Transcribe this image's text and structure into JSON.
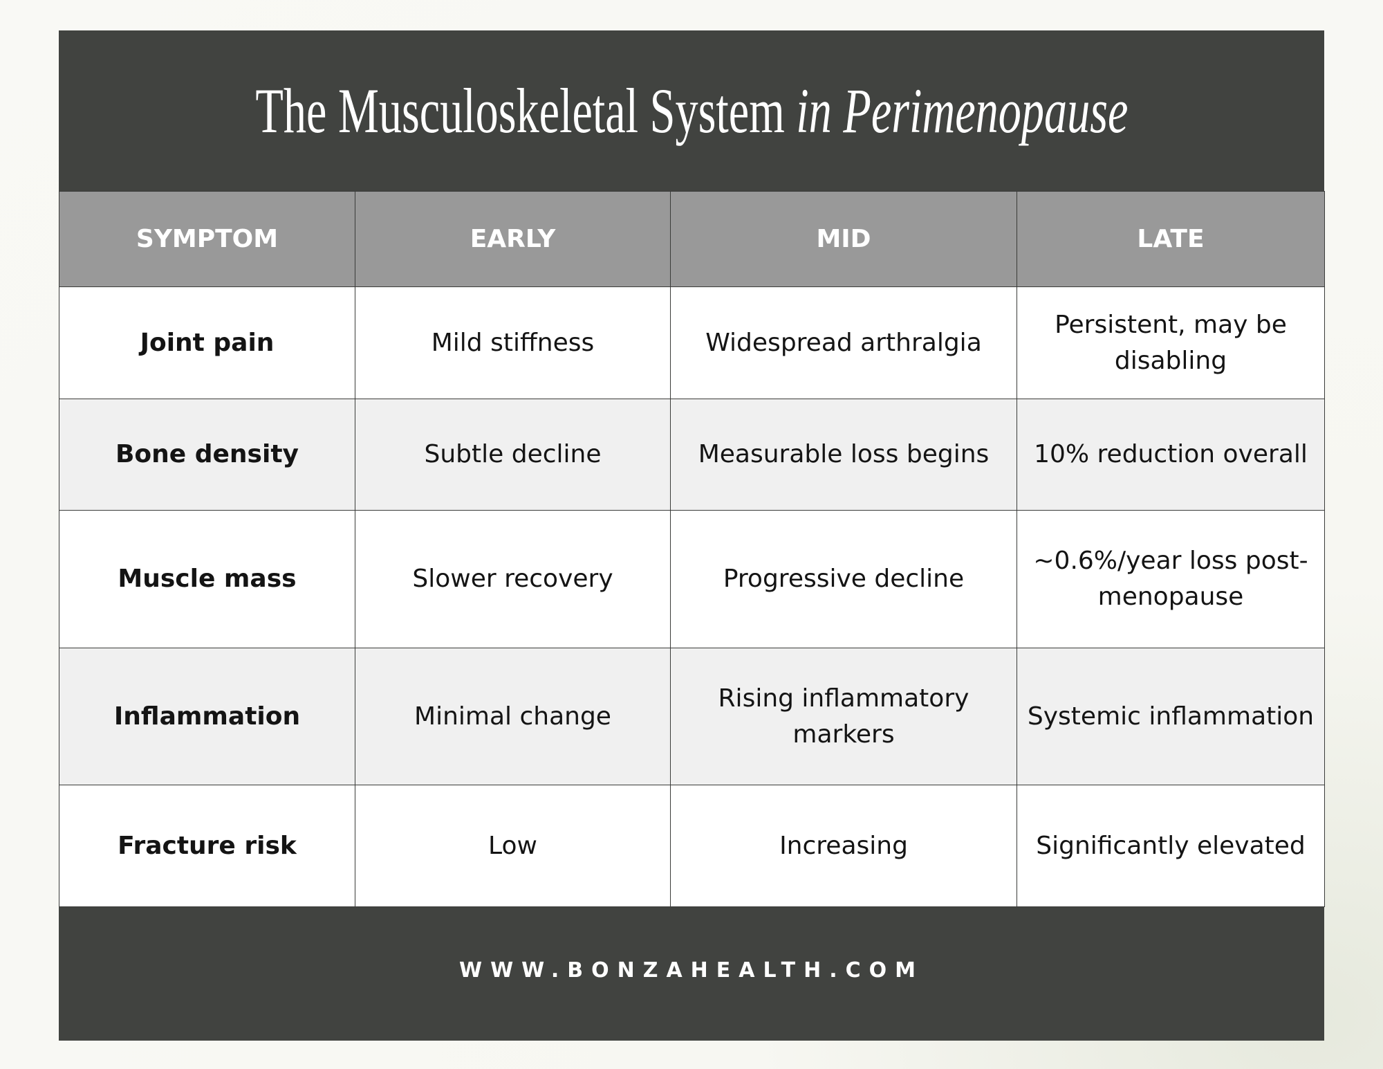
{
  "title": {
    "main": "The Musculoskeletal System",
    "italic": "in Perimenopause"
  },
  "table": {
    "headers": [
      "SYMPTOM",
      "EARLY",
      "MID",
      "LATE"
    ],
    "rows": [
      [
        "Joint pain",
        "Mild stiffness",
        "Widespread arthralgia",
        "Persistent, may be disabling"
      ],
      [
        "Bone density",
        "Subtle decline",
        "Measurable loss begins",
        "10% reduction overall"
      ],
      [
        "Muscle mass",
        "Slower recovery",
        "Progressive decline",
        "~0.6%/year loss post-menopause"
      ],
      [
        "Inflammation",
        "Minimal change",
        "Rising inflammatory markers",
        "Systemic inflammation"
      ],
      [
        "Fracture risk",
        "Low",
        "Increasing",
        "Significantly elevated"
      ]
    ]
  },
  "footer": {
    "url": "WWW.BONZAHEALTH.COM"
  },
  "colors": {
    "frame": "#414340",
    "header_row": "#999999",
    "row_light": "#ffffff",
    "row_dark": "#f0f0f0"
  }
}
